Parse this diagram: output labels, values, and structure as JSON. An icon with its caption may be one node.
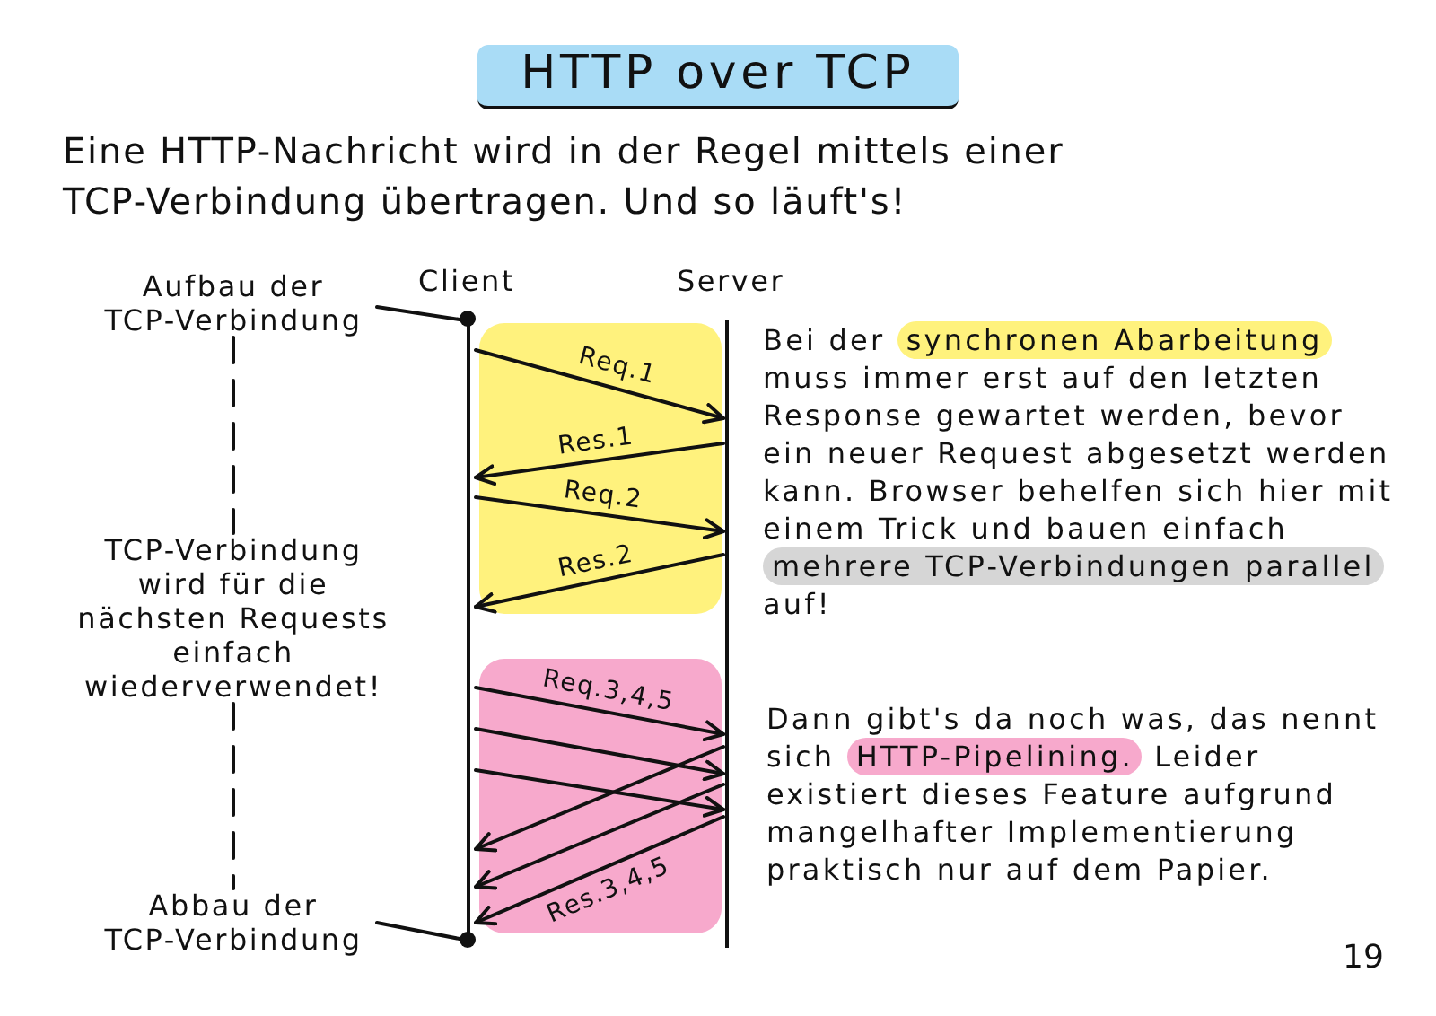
{
  "diagram": {
    "title": "HTTP over TCP",
    "nodes": [
      {
        "text": [
          "Aufbau der TCP-Verbindung"
        ]
      },
      {
        "text": [
          "TCP-Verbindung wird für die nächsten Requests einfach wiederverwendet!"
        ]
      },
      {
        "text": [
          "Abbau der TCP-Verbindung"
        ]
      },
      {
        "text": [],
        "shape": "bar",
        "beside": [
          "Client"
        ]
      },
      {
        "text": [],
        "shape": "bar",
        "beside": [
          "Server"
        ]
      },
      {
        "text": [
          "synchronen Abarbeitung"
        ]
      },
      {
        "text": [
          "mehrere TCP-Verbindungen parallel"
        ]
      },
      {
        "text": [
          "HTTP-Pipelining."
        ]
      }
    ],
    "edges": [
      {
        "from": 0,
        "to": 1,
        "arrow": "none",
        "style": "dashed"
      },
      {
        "from": 1,
        "to": 2,
        "arrow": "none",
        "style": "dashed"
      },
      {
        "from": 0,
        "to": 3,
        "arrow": "none"
      },
      {
        "from": 2,
        "to": 3,
        "arrow": "none"
      },
      {
        "from": 3,
        "to": 4,
        "arrow": "to",
        "label": "Req.1"
      },
      {
        "from": 4,
        "to": 3,
        "arrow": "to",
        "label": "Res.1"
      },
      {
        "from": 3,
        "to": 4,
        "arrow": "to",
        "label": "Req.2"
      },
      {
        "from": 4,
        "to": 3,
        "arrow": "to",
        "label": "Res.2"
      },
      {
        "from": 3,
        "to": 4,
        "arrow": "to",
        "label": "Req.3,4,5"
      },
      {
        "from": 3,
        "to": 4,
        "arrow": "to"
      },
      {
        "from": 3,
        "to": 4,
        "arrow": "to"
      },
      {
        "from": 4,
        "to": 3,
        "arrow": "to"
      },
      {
        "from": 4,
        "to": 3,
        "arrow": "to"
      },
      {
        "from": 4,
        "to": 3,
        "arrow": "to",
        "label": "Res.3,4,5"
      }
    ],
    "labels": [
      "Eine HTTP-Nachricht wird in der Regel mittels einer TCP-Verbindung übertragen. Und so läuft's!",
      "Bei der",
      "muss immer erst auf den letzten Response gewartet werden, bevor ein neuer Request abgesetzt werden kann. Browser behelfen sich hier mit einem Trick und bauen einfach",
      "auf!",
      "Dann gibt's da noch was, das nennt sich",
      "Leider existiert dieses Feature aufgrund mangelhafter Implementierung praktisch nur auf dem Papier.",
      "19"
    ]
  }
}
